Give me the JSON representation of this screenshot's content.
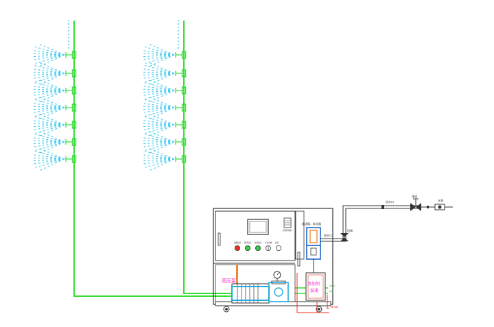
{
  "labels": {
    "pump": "高压泵",
    "additive_pump": "添加剂\n泵浦",
    "filter": "超滤器、软化器",
    "water_inlet": "进水口",
    "backflow_valve": "回阀",
    "inlet_main": "进水口",
    "ball_valve": "球阀",
    "water_meter": "水表",
    "drain": "排污阀",
    "small_a": "GB/N",
    "small_b": "N/B",
    "panel_small": "控制柜电源"
  },
  "indicators": [
    {
      "label": "电源指示"
    },
    {
      "label": "运行指示"
    },
    {
      "label": "水泵指示"
    },
    {
      "label": "手自切换"
    },
    {
      "label": "急停"
    }
  ],
  "colors": {
    "green_pipe": "#33dd33",
    "spray": "#44ccee",
    "frame": "#333333",
    "magenta": "#ee22cc",
    "red_pipe": "#ee3322",
    "pump_blue": "#22aadd",
    "orange": "#ee8833"
  }
}
